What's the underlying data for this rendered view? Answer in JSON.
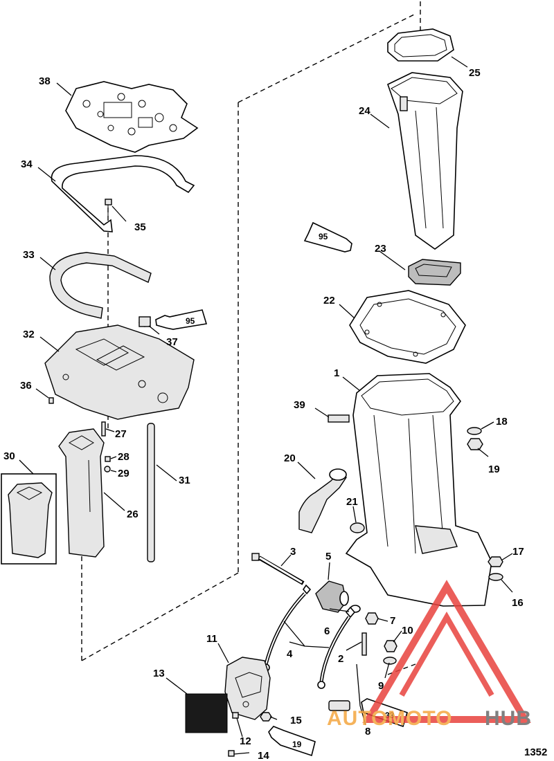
{
  "callouts": [
    {
      "id": "c1",
      "label": "1"
    },
    {
      "id": "c2",
      "label": "2"
    },
    {
      "id": "c3",
      "label": "3"
    },
    {
      "id": "c4",
      "label": "4"
    },
    {
      "id": "c5",
      "label": "5"
    },
    {
      "id": "c6",
      "label": "6"
    },
    {
      "id": "c7",
      "label": "7"
    },
    {
      "id": "c8",
      "label": "8"
    },
    {
      "id": "c9",
      "label": "9"
    },
    {
      "id": "c10",
      "label": "10"
    },
    {
      "id": "c11",
      "label": "11"
    },
    {
      "id": "c12",
      "label": "12"
    },
    {
      "id": "c13",
      "label": "13"
    },
    {
      "id": "c14",
      "label": "14"
    },
    {
      "id": "c15",
      "label": "15"
    },
    {
      "id": "c16",
      "label": "16"
    },
    {
      "id": "c17",
      "label": "17"
    },
    {
      "id": "c18",
      "label": "18"
    },
    {
      "id": "c19",
      "label": "19"
    },
    {
      "id": "c20",
      "label": "20"
    },
    {
      "id": "c21",
      "label": "21"
    },
    {
      "id": "c22",
      "label": "22"
    },
    {
      "id": "c23",
      "label": "23"
    },
    {
      "id": "c24",
      "label": "24"
    },
    {
      "id": "c25",
      "label": "25"
    },
    {
      "id": "c26",
      "label": "26"
    },
    {
      "id": "c27",
      "label": "27"
    },
    {
      "id": "c28",
      "label": "28"
    },
    {
      "id": "c29",
      "label": "29"
    },
    {
      "id": "c30",
      "label": "30"
    },
    {
      "id": "c31",
      "label": "31"
    },
    {
      "id": "c32",
      "label": "32"
    },
    {
      "id": "c33",
      "label": "33"
    },
    {
      "id": "c34",
      "label": "34"
    },
    {
      "id": "c35",
      "label": "35"
    },
    {
      "id": "c36",
      "label": "36"
    },
    {
      "id": "c37",
      "label": "37"
    },
    {
      "id": "c38",
      "label": "38"
    },
    {
      "id": "c39",
      "label": "39"
    }
  ],
  "tube_labels": {
    "t95a": "95",
    "t95b": "95",
    "t19": "19",
    "t33": "33"
  },
  "figure_number": "1352",
  "watermark": {
    "part1": "AUTO",
    "part2": "MOTO",
    "part3": "HUB"
  },
  "colors": {
    "line": "#000000",
    "watermark_orange": "#f4a640",
    "watermark_red": "#e8433e",
    "watermark_gray": "#6b6b6b"
  }
}
